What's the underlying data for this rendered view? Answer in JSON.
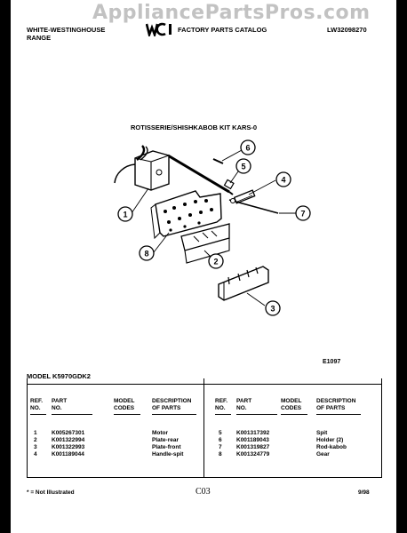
{
  "watermark": "AppliancePartsPros.com",
  "header": {
    "brand_line1": "WHITE-WESTINGHOUSE",
    "brand_line2": "RANGE",
    "catalog_title": "FACTORY PARTS CATALOG",
    "doc_number": "LW32098270"
  },
  "kit_title": "ROTISSERIE/SHISHKABOB KIT KARS-0",
  "callouts": [
    "1",
    "2",
    "3",
    "4",
    "5",
    "6",
    "7",
    "8"
  ],
  "illustration_ref": "E1097",
  "model_line": "MODEL K5970GDK2",
  "table": {
    "headers": {
      "ref": [
        "REF.",
        "NO."
      ],
      "part": [
        "PART",
        "NO."
      ],
      "model": [
        "MODEL",
        "CODES"
      ],
      "desc": [
        "DESCRIPTION",
        "OF PARTS"
      ]
    },
    "left_rows": [
      {
        "ref": "1",
        "part": "K005267301",
        "desc": "Motor"
      },
      {
        "ref": "2",
        "part": "K001322994",
        "desc": "Plate-rear"
      },
      {
        "ref": "3",
        "part": "K001322993",
        "desc": "Plate-front"
      },
      {
        "ref": "4",
        "part": "K001189044",
        "desc": "Handle-spit"
      }
    ],
    "right_rows": [
      {
        "ref": "5",
        "part": "K001317392",
        "desc": "Spit"
      },
      {
        "ref": "6",
        "part": "K001189043",
        "desc": "Holder (2)"
      },
      {
        "ref": "7",
        "part": "K001319827",
        "desc": "Rod-kabob"
      },
      {
        "ref": "8",
        "part": "K001324779",
        "desc": "Gear"
      }
    ]
  },
  "footer": {
    "note": "* = Not Illustrated",
    "page_code": "C03",
    "date": "9/98"
  },
  "colors": {
    "ink": "#000000",
    "paper": "#ffffff",
    "border": "#000000"
  }
}
